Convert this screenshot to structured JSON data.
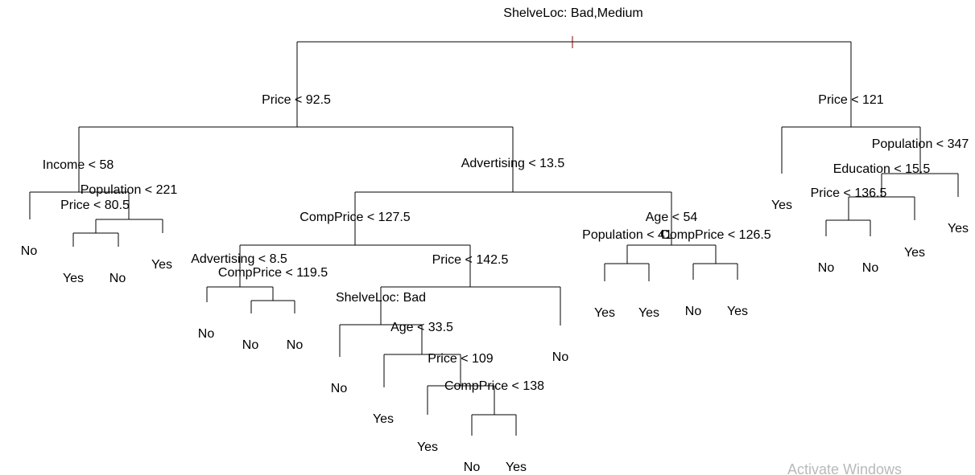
{
  "tree": {
    "root": "ShelveLoc: Bad,Medium",
    "splits": {
      "price_92_5": "Price < 92.5",
      "price_121": "Price < 121",
      "income_58": "Income < 58",
      "population_221": "Population < 221",
      "price_80_5": "Price < 80.5",
      "advertising_13_5": "Advertising < 13.5",
      "compprice_127_5": "CompPrice < 127.5",
      "advertising_8_5": "Advertising < 8.5",
      "compprice_119_5": "CompPrice < 119.5",
      "price_142_5": "Price < 142.5",
      "shelveloc_bad": "ShelveLoc: Bad",
      "age_33_5": "Age < 33.5",
      "price_109": "Price < 109",
      "compprice_138": "CompPrice < 138",
      "age_54": "Age < 54",
      "population_41": "Population < 41",
      "compprice_126_5": "CompPrice < 126.5",
      "population_347": "Population < 347",
      "education_15_5": "Education < 15.5",
      "price_136_5": "Price < 136.5"
    },
    "leaves": {
      "l01": "No",
      "l02": "Yes",
      "l03": "No",
      "l04": "Yes",
      "l05": "No",
      "l06": "No",
      "l07": "No",
      "l08": "No",
      "l09": "Yes",
      "l10": "Yes",
      "l11": "No",
      "l12": "Yes",
      "l13": "No",
      "l14": "Yes",
      "l15": "Yes",
      "l16": "No",
      "l17": "Yes",
      "l18": "Yes",
      "l19": "No",
      "l20": "No",
      "l21": "Yes",
      "l22": "Yes"
    }
  },
  "watermark": "Activate Windows"
}
